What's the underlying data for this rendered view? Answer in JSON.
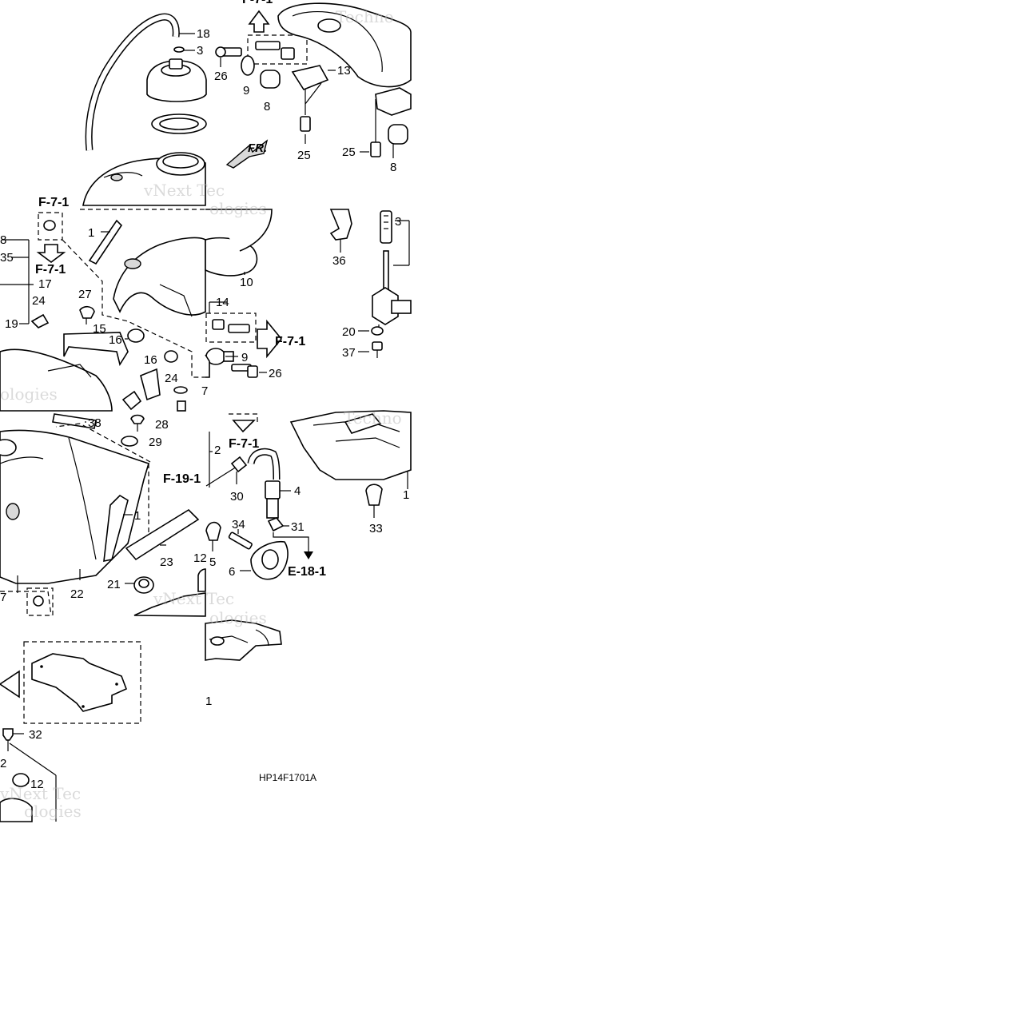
{
  "diagram_code": "HP14F1701A",
  "direction_label": "FR.",
  "references": {
    "f71": "F-7-1",
    "f191": "F-19-1",
    "e181": "E-18-1"
  },
  "watermark": {
    "line1": "vNext Tec",
    "line2": "ologies",
    "line3": "Techno"
  },
  "callouts": {
    "c1": "1",
    "c2": "2",
    "c3": "3",
    "c4": "4",
    "c5": "5",
    "c6": "6",
    "c7": "7",
    "c8": "8",
    "c9": "9",
    "c10": "10",
    "c12": "12",
    "c13": "13",
    "c14": "14",
    "c15": "15",
    "c16": "16",
    "c17": "17",
    "c18": "18",
    "c19": "19",
    "c20": "20",
    "c21": "21",
    "c22": "22",
    "c23": "23",
    "c24": "24",
    "c25": "25",
    "c26": "26",
    "c27": "27",
    "c28": "28",
    "c29": "29",
    "c30": "30",
    "c31": "31",
    "c32": "32",
    "c33": "33",
    "c34": "34",
    "c35": "35",
    "c36": "36",
    "c37": "37",
    "c38": "38"
  }
}
